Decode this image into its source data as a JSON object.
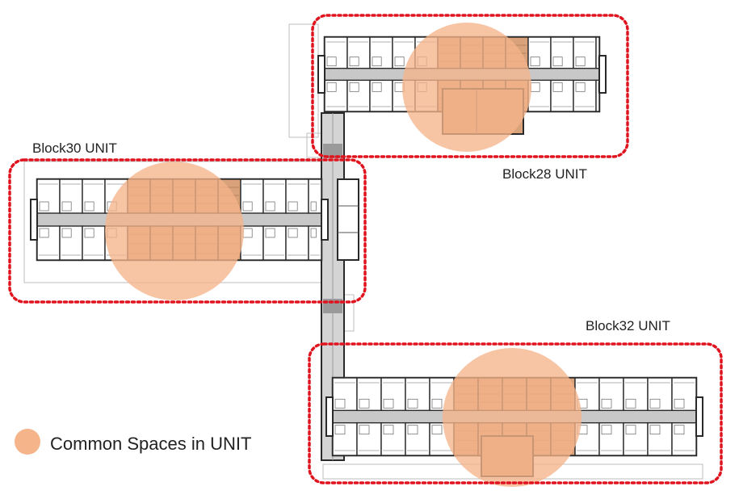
{
  "labels": {
    "block30": "Block30 UNIT",
    "block28": "Block28 UNIT",
    "block32": "Block32 UNIT"
  },
  "legend": {
    "text": "Common Spaces in UNIT"
  },
  "colors": {
    "unit_outline": "#e0141e",
    "common_space": "#f5b48a",
    "wall": "#2a2a2a",
    "corridor": "#c8c8c8",
    "room_fill": "#ffffff",
    "common_room_fill": "#d9a27a"
  }
}
